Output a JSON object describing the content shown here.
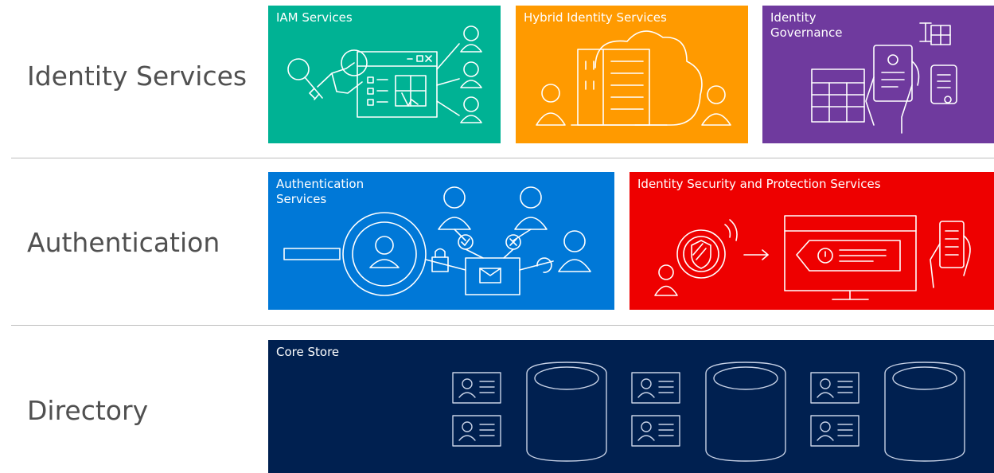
{
  "rows": [
    {
      "label": "Identity Services"
    },
    {
      "label": "Authentication"
    },
    {
      "label": "Directory"
    }
  ],
  "tiles": {
    "iam": {
      "title": "IAM Services",
      "color": "#00b294"
    },
    "hybrid": {
      "title": "Hybrid Identity Services",
      "color": "#ff9a00"
    },
    "governance": {
      "title_line1": "Identity",
      "title_line2": "Governance",
      "color": "#6f3a9e"
    },
    "authentication": {
      "title_line1": "Authentication",
      "title_line2": "Services",
      "color": "#0078d7"
    },
    "security": {
      "title": "Identity Security and Protection Services",
      "color": "#ee0000"
    },
    "core_store": {
      "title": "Core Store",
      "color": "#002050"
    }
  }
}
